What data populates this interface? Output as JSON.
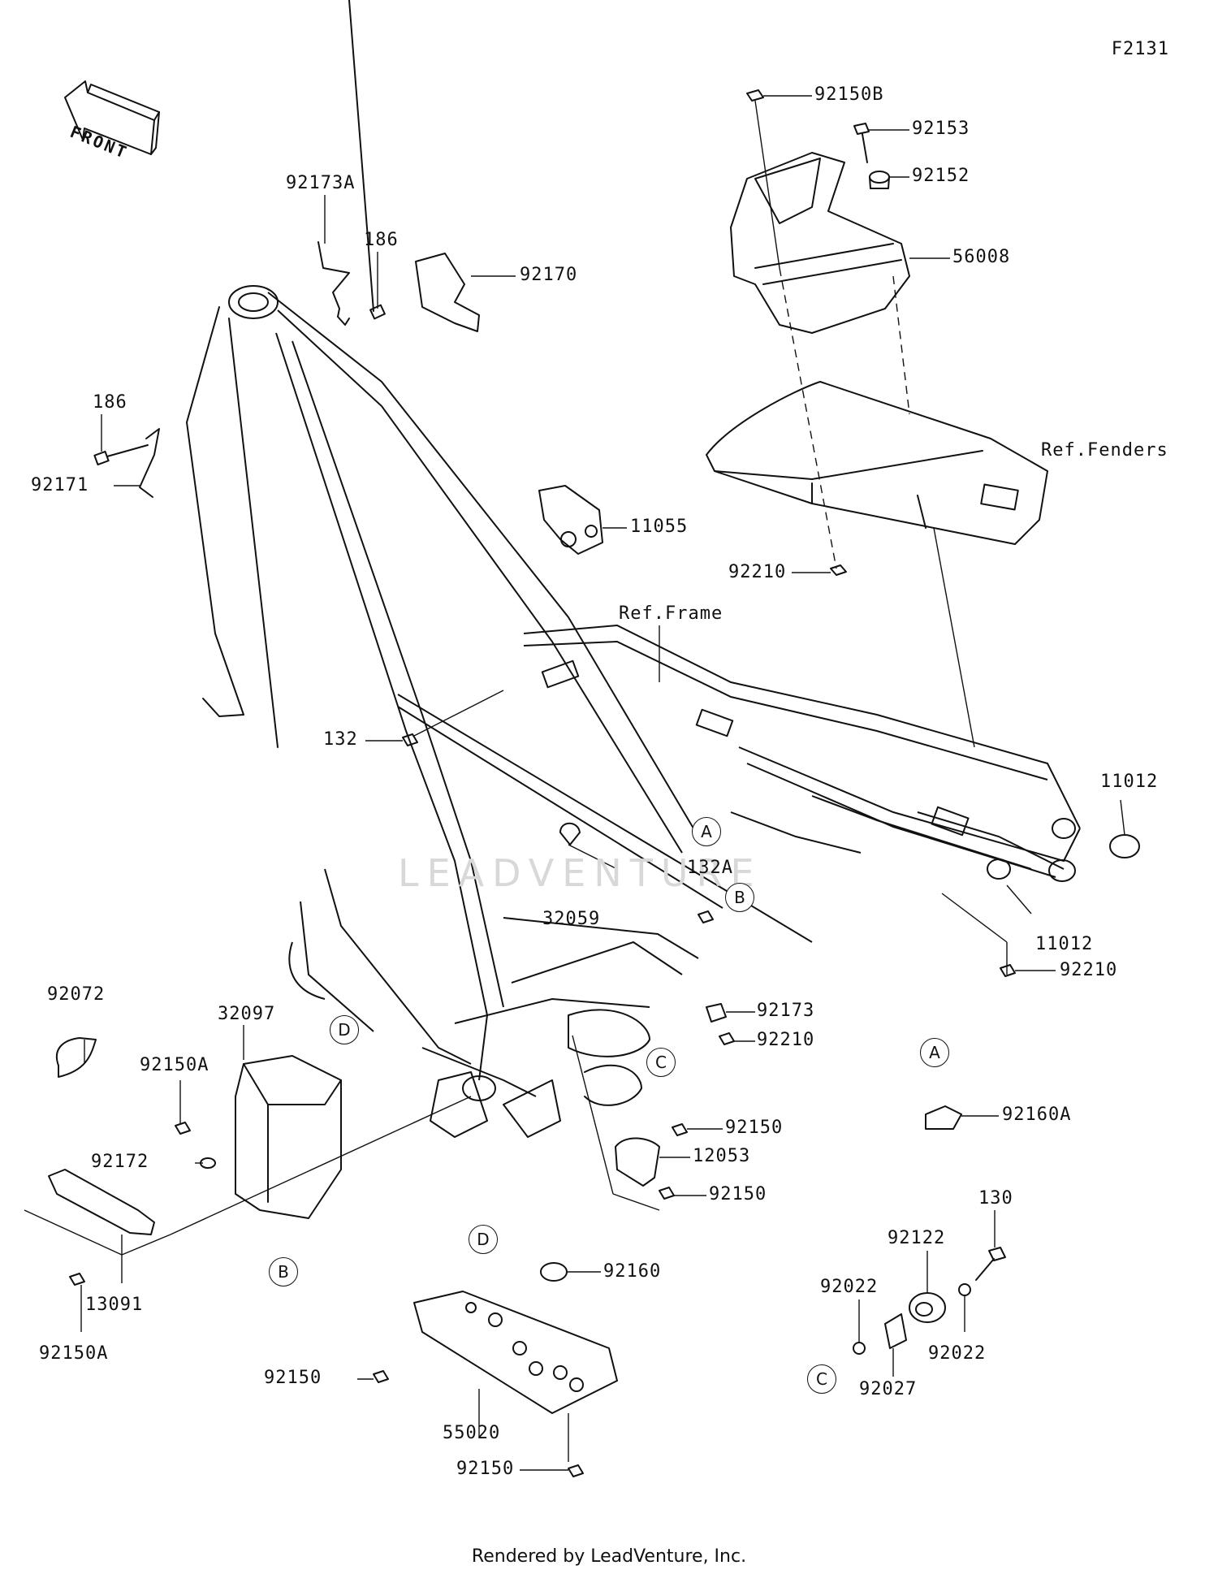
{
  "diagram_id": "F2131",
  "front_arrow": {
    "text": "FRONT"
  },
  "watermark": "LEADVENTURE",
  "footer": "Rendered by LeadVenture, Inc.",
  "reference_labels": {
    "frame": "Ref.Frame",
    "fenders": "Ref.Fenders"
  },
  "parts": {
    "p92150B": "92150B",
    "p92153": "92153",
    "p92152": "92152",
    "p56008": "56008",
    "p92173A": "92173A",
    "p186_top": "186",
    "p186_left": "186",
    "p92171": "92171",
    "p92170": "92170",
    "p11055": "11055",
    "p92210_top": "92210",
    "p132": "132",
    "p11012_right": "11012",
    "p11012_lower": "11012",
    "p132A": "132A",
    "p32059": "32059",
    "p92210_mid": "92210",
    "p92072": "92072",
    "p32097": "32097",
    "p92150A_top": "92150A",
    "p92173": "92173",
    "p92210_low": "92210",
    "p92160A": "92160A",
    "p92150_a": "92150",
    "p12053": "12053",
    "p92150_b": "92150",
    "p92172": "92172",
    "p13091": "13091",
    "p92150A_bot": "92150A",
    "p130": "130",
    "p92122": "92122",
    "p92022_left": "92022",
    "p92022_right": "92022",
    "p92027": "92027",
    "p92160": "92160",
    "p92150_c": "92150",
    "p55020": "55020",
    "p92150_d": "92150"
  },
  "markers": {
    "A_frame": "A",
    "B_frame": "B",
    "C_frame": "C",
    "D_frame": "D",
    "A_detail": "A",
    "B_box": "B",
    "C_detail": "C",
    "D_plate": "D"
  }
}
